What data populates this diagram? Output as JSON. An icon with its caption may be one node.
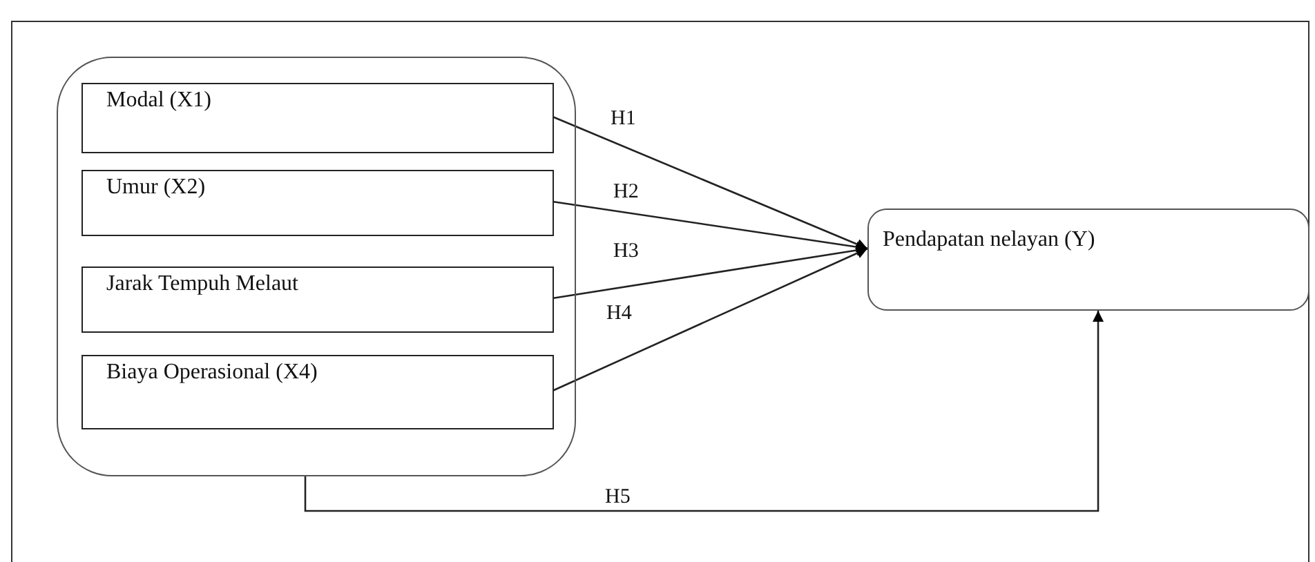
{
  "diagram": {
    "nodes": [
      {
        "text": [],
        "shape": "box"
      },
      {
        "text": [
          "Modal (X1)"
        ],
        "in": 0
      },
      {
        "text": [
          "Umur (X2)"
        ],
        "in": 0
      },
      {
        "text": [
          "Jarak Tempuh Melaut"
        ],
        "in": 0
      },
      {
        "text": [
          "Biaya Operasional (X4)"
        ],
        "in": 0
      },
      {
        "text": [
          "Pendapatan nelayan (Y)"
        ]
      }
    ],
    "edges": [
      {
        "from": 1,
        "to": 5,
        "arrow": "to",
        "label": "H1"
      },
      {
        "from": 2,
        "to": 5,
        "arrow": "to",
        "label": "H2"
      },
      {
        "from": 3,
        "to": 5,
        "arrow": "to",
        "label": "H3"
      },
      {
        "from": 4,
        "to": 5,
        "arrow": "to",
        "label": "H4"
      },
      {
        "from": 0,
        "to": 5,
        "arrow": "to",
        "label": "H5"
      }
    ]
  }
}
